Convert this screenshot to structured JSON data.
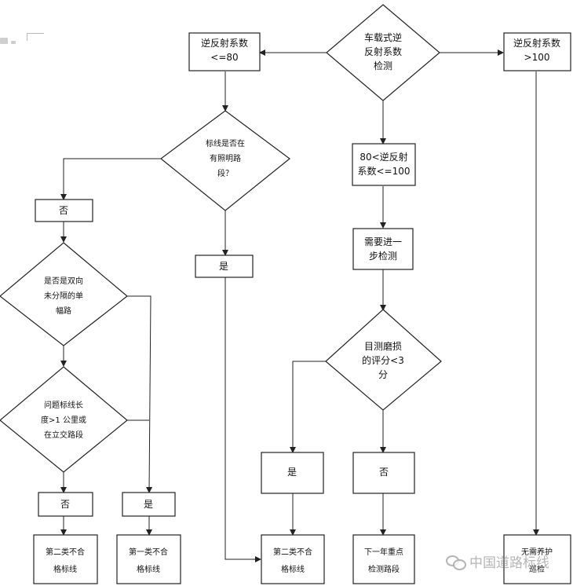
{
  "flowchart": {
    "nodes": {
      "start": [
        "车载式逆",
        "反射系数",
        "检测"
      ],
      "coef_le_80": [
        "逆反射系数",
        "<=80"
      ],
      "coef_gt_100": [
        "逆反射系数",
        ">100"
      ],
      "lighting_question": [
        "标线是否在",
        "有照明路",
        "段？"
      ],
      "no_left": [
        "否"
      ],
      "two_way_question": [
        "是否是双向",
        "未分隔的单",
        "幅路"
      ],
      "length_question": [
        "问题标线长",
        "度>1 公里或",
        "在立交路段"
      ],
      "no_bottom_left": [
        "否"
      ],
      "yes_bottom_left": [
        "是"
      ],
      "result_class2_a": [
        "第二类不合",
        "格标线"
      ],
      "result_class1": [
        "第一类不合",
        "格标线"
      ],
      "yes_lighting": [
        "是"
      ],
      "coef_80_100": [
        "80<逆反射",
        "系数<=100"
      ],
      "need_further": [
        "需要进一",
        "步检测"
      ],
      "visual_wear_question": [
        "目测磨损",
        "的评分<3",
        "分"
      ],
      "yes_wear": [
        "是"
      ],
      "no_wear": [
        "否"
      ],
      "result_class2_b": [
        "第二类不合",
        "格标线"
      ],
      "next_year_key": [
        "下一年重点",
        "检测路段"
      ],
      "result_no_maintenance": [
        "无需养护",
        "巡检"
      ]
    }
  },
  "watermark": {
    "text": "中国道路标线",
    "icon": "wechat-icon"
  },
  "colors": {
    "stroke": "#222222",
    "fill": "#ffffff",
    "text": "#111111",
    "watermark": "#888888"
  },
  "corner_icon": "document-icon"
}
